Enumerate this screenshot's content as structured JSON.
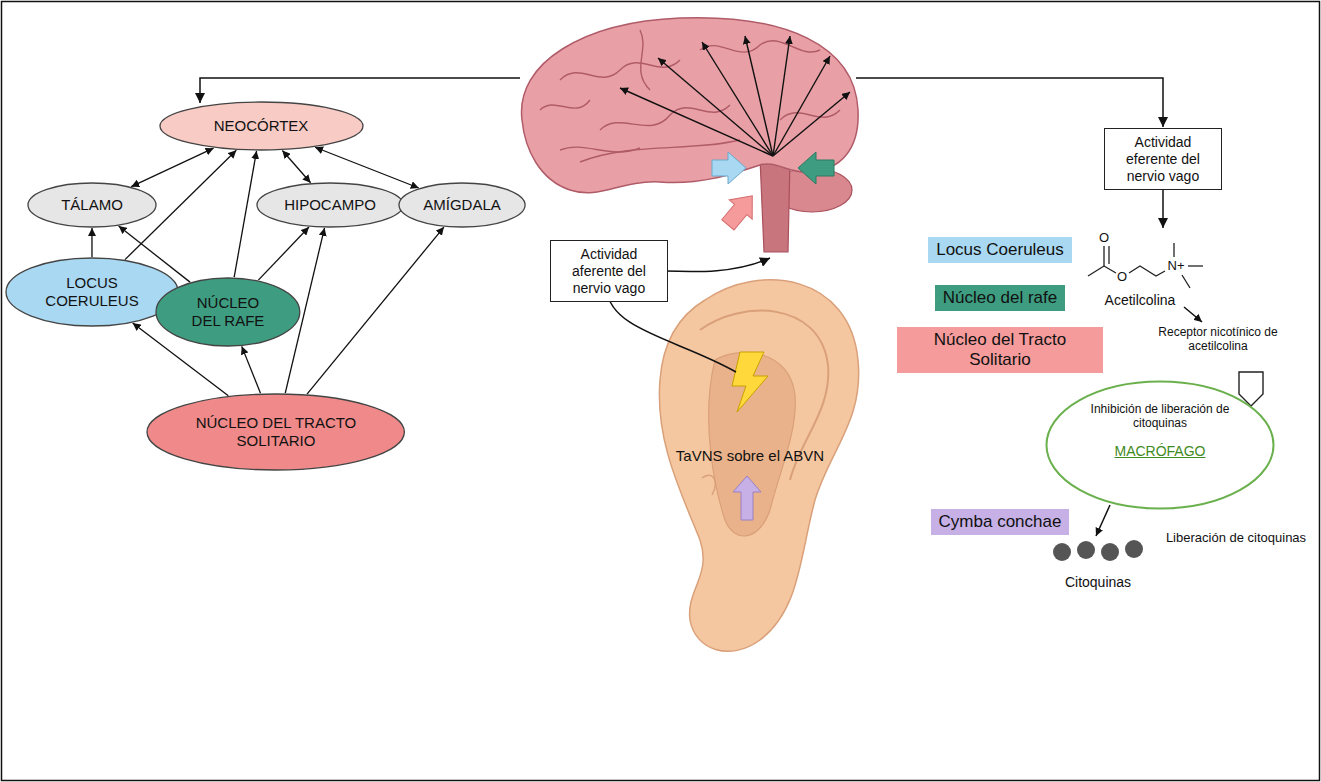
{
  "diagram": {
    "nodes": [
      {
        "text": [
          "NEOCÓRTEX"
        ]
      },
      {
        "text": [
          "TÁLAMO"
        ]
      },
      {
        "text": [
          "HIPOCAMPO"
        ]
      },
      {
        "text": [
          "AMÍGDALA"
        ]
      },
      {
        "text": [
          "LOCUS COERULEUS"
        ]
      },
      {
        "text": [
          "NÚCLEO DEL RAFE"
        ]
      },
      {
        "text": [
          "NÚCLEO DEL TRACTO SOLITARIO"
        ]
      },
      {
        "text": [
          "Actividad aferente del nervio vago"
        ]
      },
      {
        "text": [
          "Actividad eferente del nervio vago"
        ]
      },
      {
        "text": [
          "Inhibición de liberación de citoquinas",
          "MACRÓFAGO"
        ]
      }
    ],
    "edges": [
      {
        "from": 0,
        "to": 1,
        "arrow": "both"
      },
      {
        "from": 0,
        "to": 2,
        "arrow": "both"
      },
      {
        "from": 0,
        "to": 3,
        "arrow": "both"
      },
      {
        "from": 4,
        "to": 1,
        "arrow": "to"
      },
      {
        "from": 4,
        "to": 0,
        "arrow": "to"
      },
      {
        "from": 4,
        "to": 5,
        "arrow": "both"
      },
      {
        "from": 5,
        "to": 1,
        "arrow": "to"
      },
      {
        "from": 5,
        "to": 0,
        "arrow": "to"
      },
      {
        "from": 5,
        "to": 2,
        "arrow": "to"
      },
      {
        "from": 6,
        "to": 4,
        "arrow": "to"
      },
      {
        "from": 6,
        "to": 5,
        "arrow": "to"
      },
      {
        "from": 6,
        "to": 2,
        "arrow": "to"
      },
      {
        "from": 6,
        "to": 3,
        "arrow": "to"
      }
    ],
    "labels": [
      "TaVNS sobre el ABVN",
      "O",
      "O",
      "N+",
      "Acetilcolina",
      "Receptor nicotínico de acetilcolina",
      "Liberación de citoquinas",
      "Citoquinas"
    ],
    "legend": [
      {
        "text": "Locus Coeruleus",
        "color": "#a9d8f2"
      },
      {
        "text": "Núcleo del rafe",
        "color": "#3e9c80"
      },
      {
        "text": "Núcleo del Tracto Solitario",
        "color": "#f59b9b"
      },
      {
        "text": "Cymba conchae",
        "color": "#c6b0e6"
      }
    ]
  }
}
